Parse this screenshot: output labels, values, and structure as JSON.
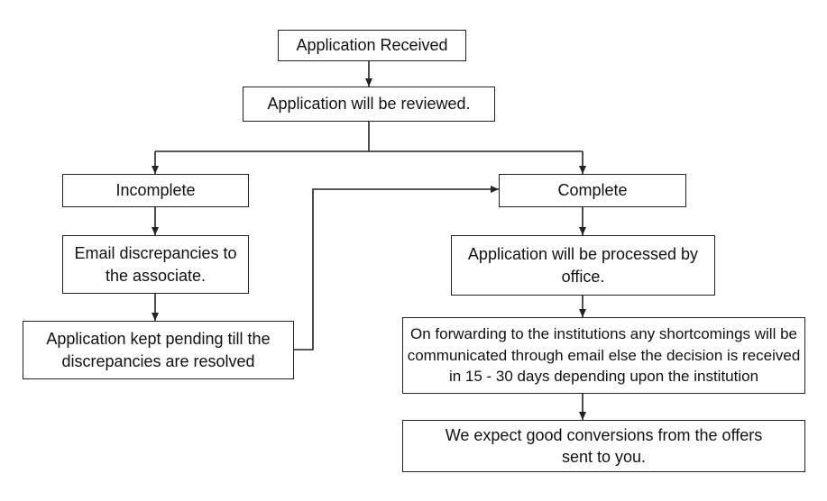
{
  "diagram": {
    "nodes": {
      "received": "Application Received",
      "reviewed": "Application will be reviewed.",
      "incomplete": "Incomplete",
      "complete": "Complete",
      "email": "Email discrepancies to the associate.",
      "processed": "Application will be processed by office.",
      "pending": "Application kept pending till the discrepancies are resolved",
      "forwarding": "On forwarding to the institutions any shortcomings will be communicated through email else the decision is received in 15 - 30 days depending upon the institution",
      "expect": "We expect good conversions from the offers sent to you."
    },
    "line_color": "#222222"
  }
}
